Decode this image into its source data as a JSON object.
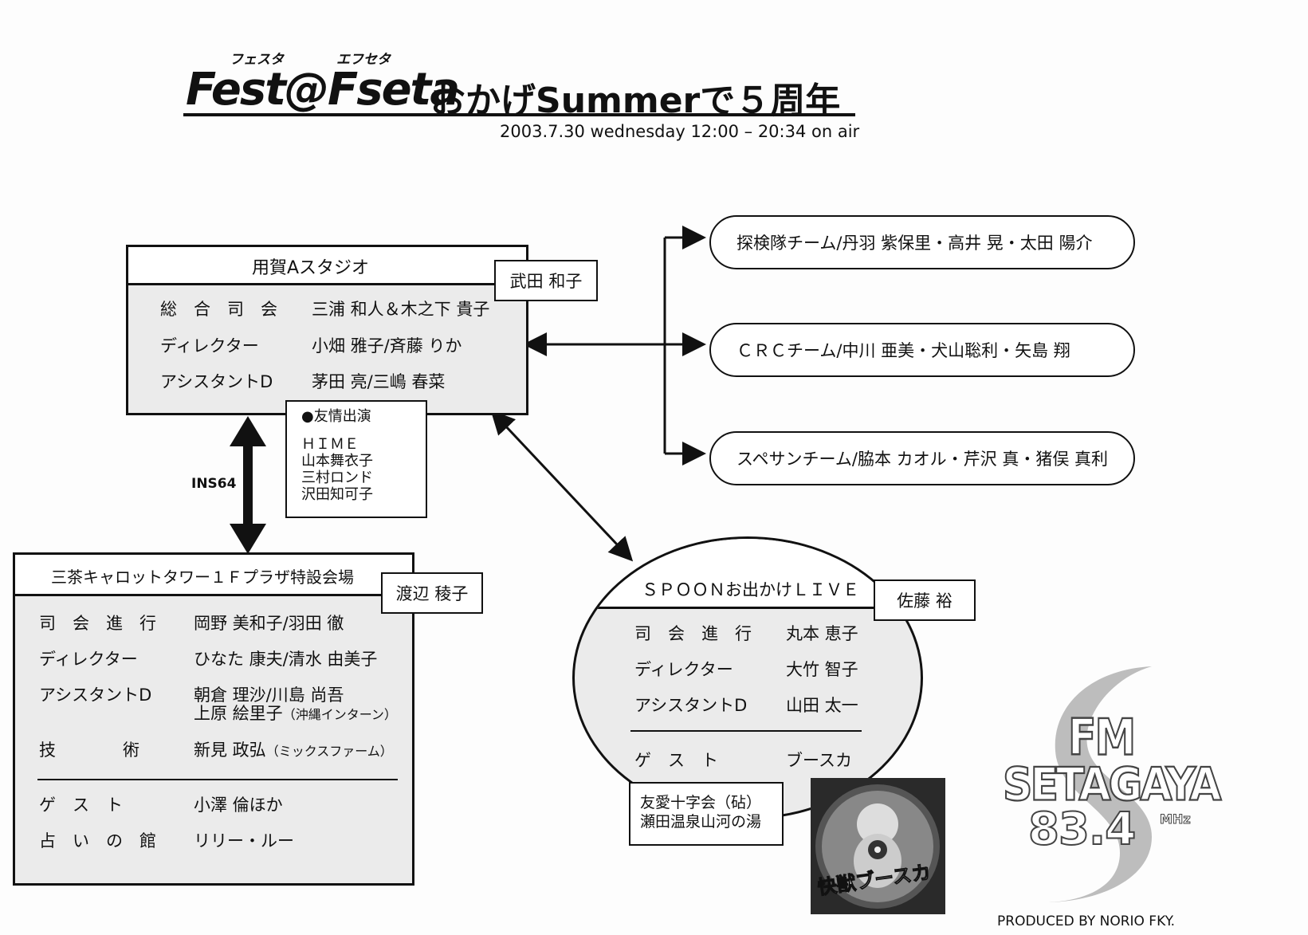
{
  "header": {
    "ruby_left": "フェスタ",
    "ruby_right": "エフセタ",
    "title_main": "Fest@Fseta",
    "title_rest": "おかげSummerで５周年",
    "subtitle": "2003.7.30 wednesday 12:00 – 20:34 on air"
  },
  "studio_a": {
    "title": "用賀Aスタジオ",
    "tag": "武田 和子",
    "rows": [
      {
        "label": "総　合　司　会",
        "value": "三浦 和人＆木之下 貴子"
      },
      {
        "label": "ディレクター",
        "value": "小畑 雅子/斉藤 りか"
      },
      {
        "label": "アシスタントD",
        "value": "茅田 亮/三嶋 春菜"
      }
    ]
  },
  "friendship": {
    "heading": "●友情出演",
    "names": [
      "ＨＩＭＥ",
      "山本舞衣子",
      "三村ロンド",
      "沢田知可子"
    ]
  },
  "link_label": "INS64",
  "teams": [
    "探検隊チーム/丹羽 紫保里・高井 晃・太田 陽介",
    "ＣＲＣチーム/中川 亜美・犬山聡利・矢島 翔",
    "スペサンチーム/脇本 カオル・芹沢 真・猪俣 真利"
  ],
  "carrot": {
    "title": "三茶キャロットタワー１Ｆプラザ特設会場",
    "tag": "渡辺 稜子",
    "rows": [
      {
        "label": "司　会　進　行",
        "value": "岡野 美和子/羽田 徹"
      },
      {
        "label": "ディレクター",
        "value": "ひなた 康夫/清水 由美子"
      },
      {
        "label": "アシスタントD",
        "value": "朝倉 理沙/川島 尚吾"
      },
      {
        "label": "",
        "value": "上原 絵里子",
        "note": "（沖縄インターン）"
      },
      {
        "label": "技　　　　術",
        "value": "新見 政弘",
        "note": "（ミックスファーム）"
      },
      {
        "label": "ゲ　ス　ト",
        "value": "小澤 倫ほか"
      },
      {
        "label": "占　い　の　館",
        "value": "リリー・ルー"
      }
    ]
  },
  "spoon": {
    "title": "ＳＰＯＯＮお出かけＬＩＶＥ",
    "tag": "佐藤 裕",
    "rows": [
      {
        "label": "司　会　進　行",
        "value": "丸本 恵子"
      },
      {
        "label": "ディレクター",
        "value": "大竹 智子"
      },
      {
        "label": "アシスタントD",
        "value": "山田 太一"
      },
      {
        "label": "ゲ　ス　ト",
        "value": "ブースカ"
      }
    ]
  },
  "sponsor": {
    "line1": "友愛十字会（砧）",
    "line2": "瀬田温泉山河の湯"
  },
  "dvd_label": "快獣ブースカ",
  "logo": {
    "line1": "FM",
    "line2": "SETAGAYA",
    "line3": "83.4",
    "unit": "MHz"
  },
  "credit": "PRODUCED BY NORIO FKY."
}
